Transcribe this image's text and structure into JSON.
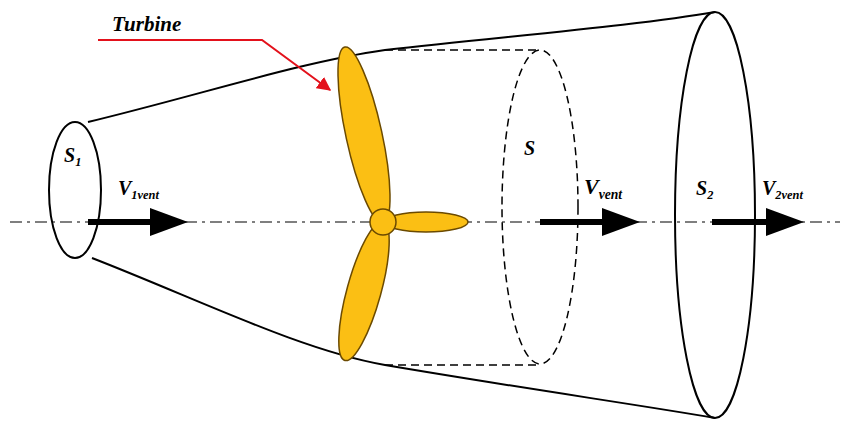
{
  "diagram": {
    "labels": [
      "Turbine",
      "S1",
      "V1vent",
      "S",
      "Vvent",
      "S2",
      "V2vent"
    ]
  }
}
